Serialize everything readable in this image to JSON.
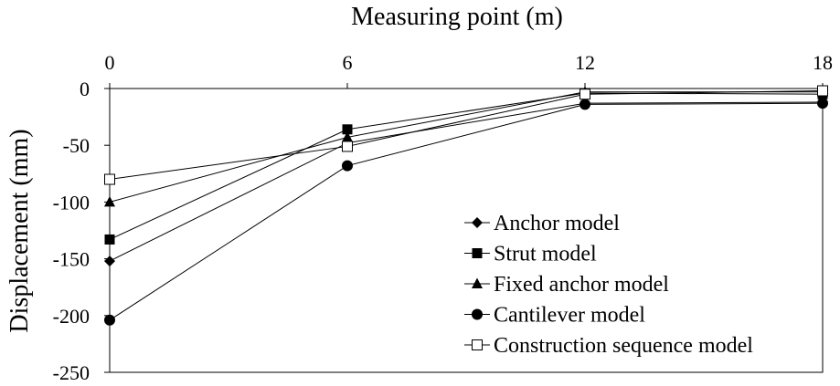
{
  "chart_data": {
    "type": "line",
    "title": "",
    "xlabel": "Measuring point (m)",
    "ylabel": "Displacement (mm)",
    "x_axis_position": "top",
    "xlim": [
      0,
      18
    ],
    "ylim": [
      -250,
      0
    ],
    "x_ticks": [
      "0",
      "6",
      "12",
      "18"
    ],
    "y_ticks": [
      "0",
      "-50",
      "-100",
      "-150",
      "-200",
      "-250"
    ],
    "x": [
      0,
      6,
      12,
      18
    ],
    "grid": false,
    "legend_position": "bottom-right",
    "series": [
      {
        "name": "Anchor model",
        "marker": "diamond",
        "values": [
          -152,
          -48,
          -13,
          -12
        ]
      },
      {
        "name": "Strut model",
        "marker": "square",
        "values": [
          -133,
          -36,
          -4,
          -5
        ]
      },
      {
        "name": "Fixed anchor model",
        "marker": "triangle",
        "values": [
          -100,
          -43,
          -3,
          -3
        ]
      },
      {
        "name": "Cantilever model",
        "marker": "circle",
        "values": [
          -204,
          -68,
          -14,
          -13
        ]
      },
      {
        "name": "Construction sequence model",
        "marker": "open-square",
        "values": [
          -80,
          -51,
          -5,
          -2
        ]
      }
    ]
  }
}
